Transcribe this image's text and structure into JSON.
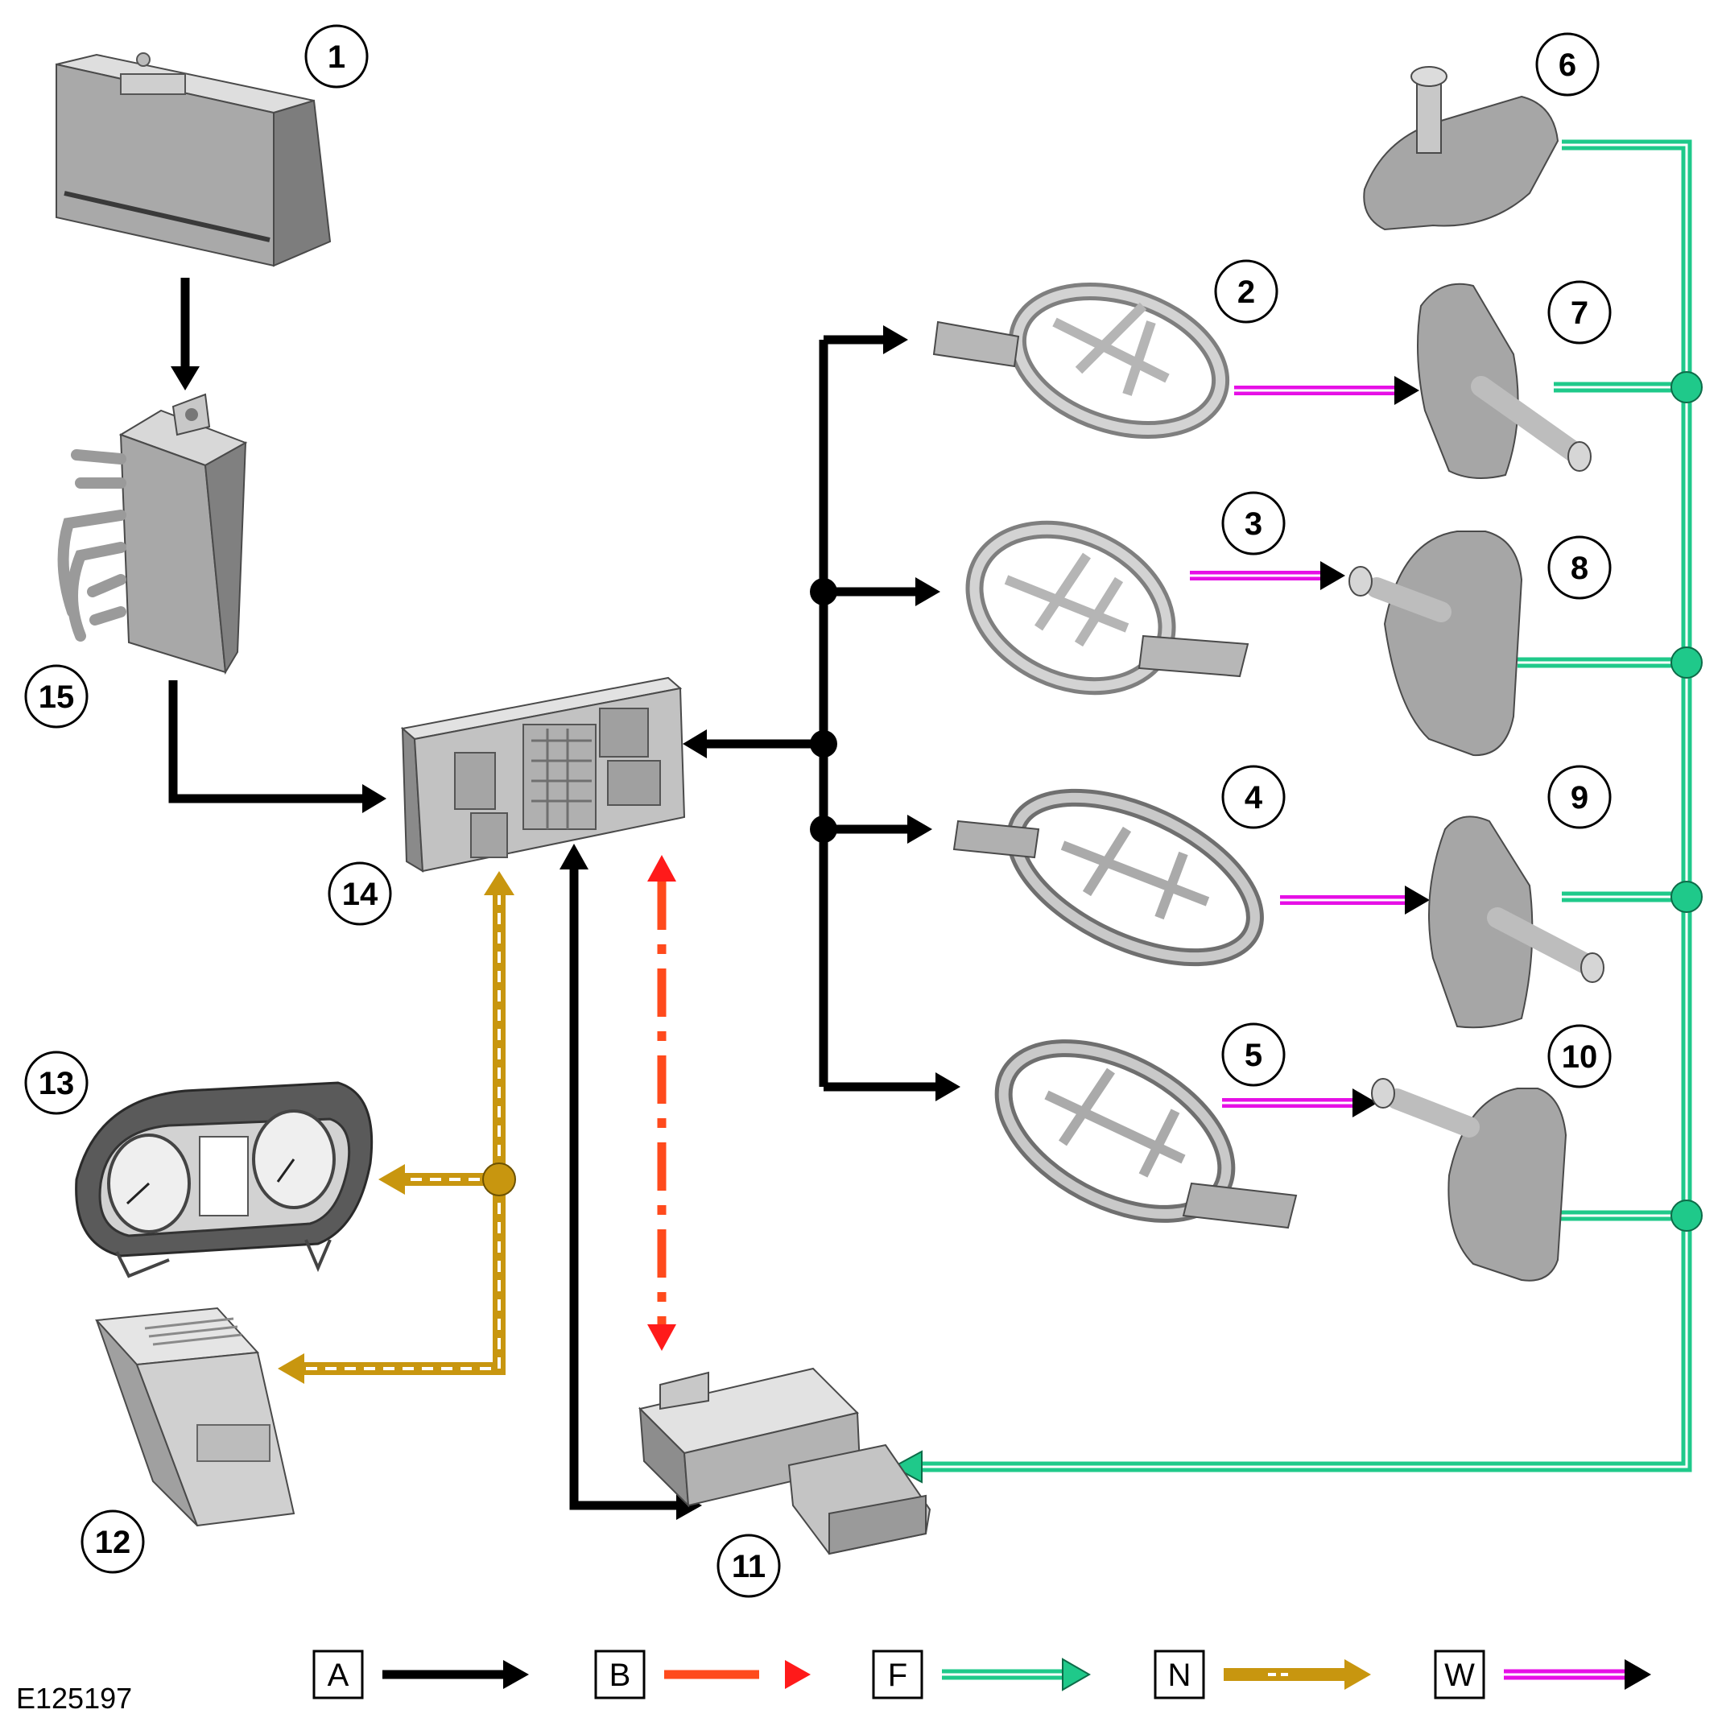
{
  "figure_id": "E125197",
  "components": [
    {
      "number": "1",
      "icon": "battery-icon"
    },
    {
      "number": "2",
      "icon": "tpms-initiator-antenna-icon"
    },
    {
      "number": "3",
      "icon": "tpms-initiator-antenna-icon"
    },
    {
      "number": "4",
      "icon": "tpms-initiator-antenna-icon"
    },
    {
      "number": "5",
      "icon": "tpms-initiator-antenna-icon"
    },
    {
      "number": "6",
      "icon": "tire-pressure-sensor-icon"
    },
    {
      "number": "7",
      "icon": "tire-pressure-sensor-icon"
    },
    {
      "number": "8",
      "icon": "tire-pressure-sensor-icon"
    },
    {
      "number": "9",
      "icon": "tire-pressure-sensor-icon"
    },
    {
      "number": "10",
      "icon": "tire-pressure-sensor-icon"
    },
    {
      "number": "11",
      "icon": "tpms-receiver-module-icon"
    },
    {
      "number": "12",
      "icon": "control-module-icon"
    },
    {
      "number": "13",
      "icon": "instrument-cluster-icon"
    },
    {
      "number": "14",
      "icon": "central-junction-box-icon"
    },
    {
      "number": "15",
      "icon": "battery-junction-box-icon"
    }
  ],
  "legend": [
    {
      "key": "A",
      "color": "#000000",
      "style": "solid"
    },
    {
      "key": "B",
      "color": "#ff4a1c",
      "style": "dash-dot"
    },
    {
      "key": "F",
      "color": "#1fc98a",
      "style": "double-line"
    },
    {
      "key": "N",
      "color": "#c8960f",
      "style": "double-dashed"
    },
    {
      "key": "W",
      "color": "#e60fe6",
      "style": "double-line"
    }
  ],
  "colors": {
    "line_A": "#000000",
    "line_B": "#ff4a1c",
    "line_F": "#1fc98a",
    "line_N": "#c8960f",
    "line_W": "#e60fe6",
    "component_fill": "#b9b9b9",
    "component_stroke": "#4a4a4a"
  }
}
